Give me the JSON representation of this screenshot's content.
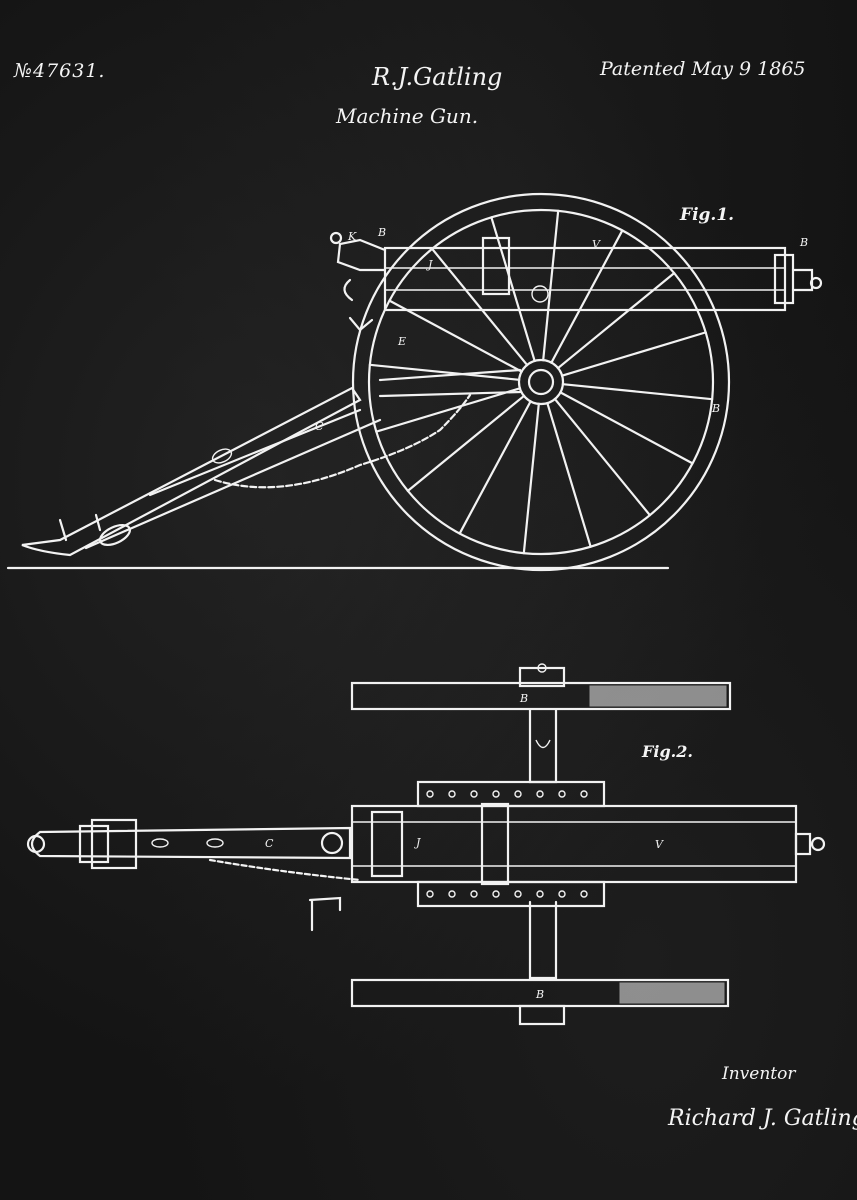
{
  "header": {
    "patent_number": "№47631.",
    "inventor_name": "R.J.Gatling",
    "title": "Machine Gun.",
    "date": "Patented May 9 1865"
  },
  "figures": {
    "fig1": "Fig.1.",
    "fig2": "Fig.2."
  },
  "footer": {
    "inventor_label": "Inventor",
    "signature": "Richard J. Gatling"
  },
  "part_letters": [
    "K",
    "B",
    "J",
    "V",
    "C",
    "E",
    "B",
    "B",
    "J",
    "C",
    "V",
    "B",
    "B"
  ],
  "colors": {
    "background": "#141414",
    "ink": "#f2f2f2"
  }
}
